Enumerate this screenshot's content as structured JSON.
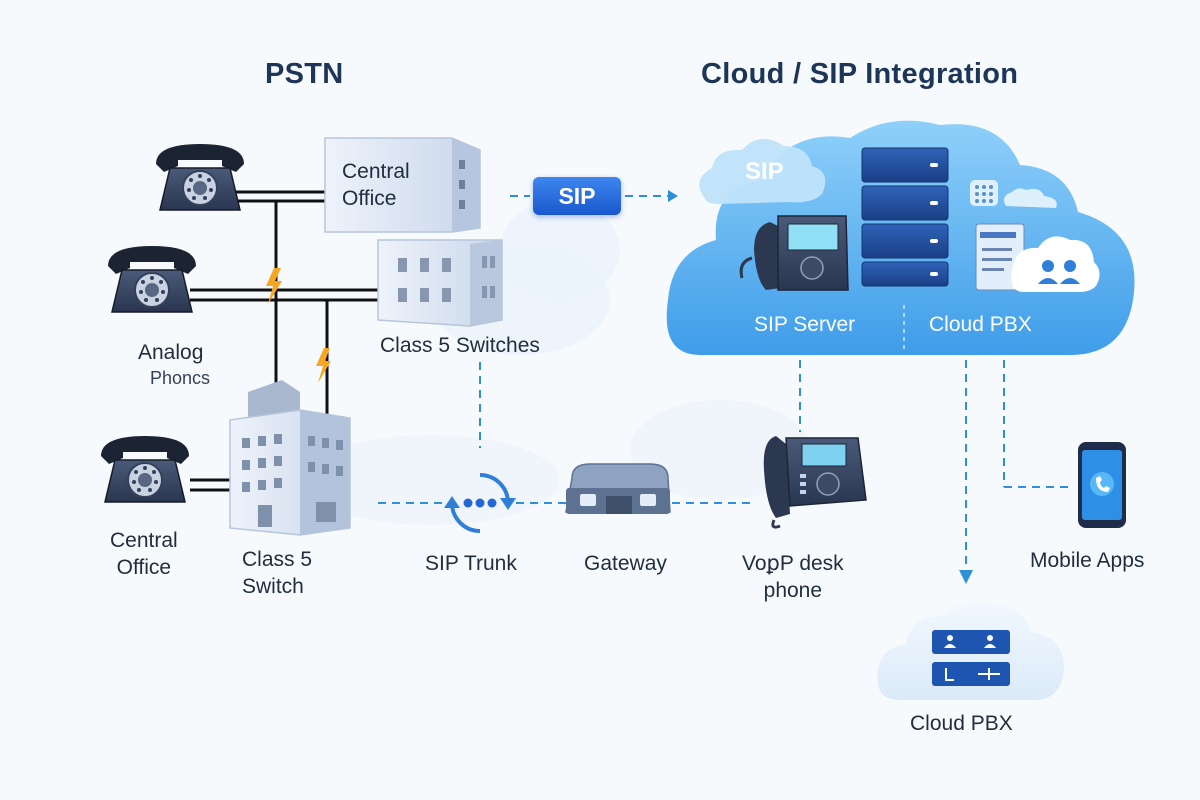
{
  "titles": {
    "pstn": "PSTN",
    "cloud": "Cloud / SIP Integration"
  },
  "pstn_side": {
    "analog_phones": "Analog",
    "analog_phones_sub": "Phoncs",
    "central_office_building": "Central\nOffice",
    "class5_switches": "Class 5 Switches",
    "central_office": "Central\nOffice",
    "class5_switch": "Class 5\nSwitch"
  },
  "flow": {
    "sip_badge": "SIP",
    "sip_trunk": "SIP Trunk",
    "gateway": "Gateway",
    "voip_desk_phone": "VoꝑP desk\nphone"
  },
  "cloud_side": {
    "sip_cloud": "SIP",
    "sip_server": "SIP Server",
    "cloud_pbx": "Cloud PBX",
    "mobile_apps": "Mobile Apps",
    "cloud_pbx_bottom": "Cloud PBX"
  },
  "colors": {
    "title": "#1d3557",
    "wire": "#111111",
    "dashed_link": "#2f8fd8",
    "cloud": "#4aa8ee",
    "sip_badge": "#2468d8",
    "lightning": "#f5a623"
  }
}
